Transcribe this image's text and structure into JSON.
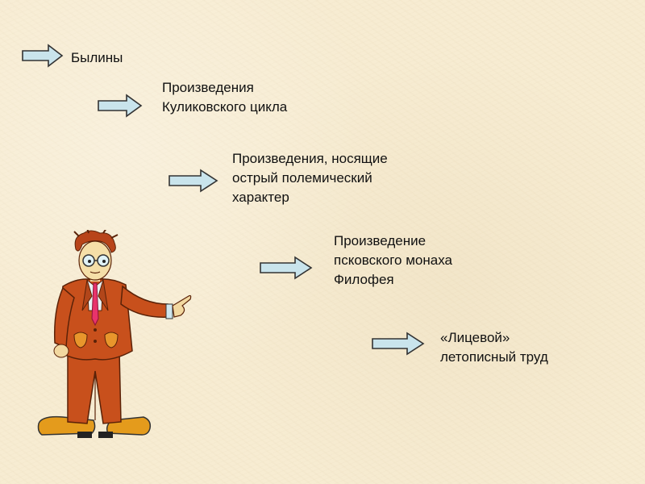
{
  "items": [
    {
      "lines": [
        "Былины"
      ]
    },
    {
      "lines": [
        "Произведения",
        "Куликовского цикла"
      ]
    },
    {
      "lines": [
        "Произведения, носящие",
        "острый полемический",
        "характер"
      ]
    },
    {
      "lines": [
        "Произведение",
        "псковского монаха",
        "Филофея"
      ]
    },
    {
      "lines": [
        "«Лицевой»",
        "летописный труд"
      ]
    }
  ],
  "icons": {
    "arrow": "right-arrow-icon",
    "figure": "cartoon-professor-pointing-icon"
  },
  "colors": {
    "arrow_fill": "#c9e4ec",
    "arrow_stroke": "#333333",
    "suit": "#c8501c",
    "background": "#f7ecd2"
  }
}
